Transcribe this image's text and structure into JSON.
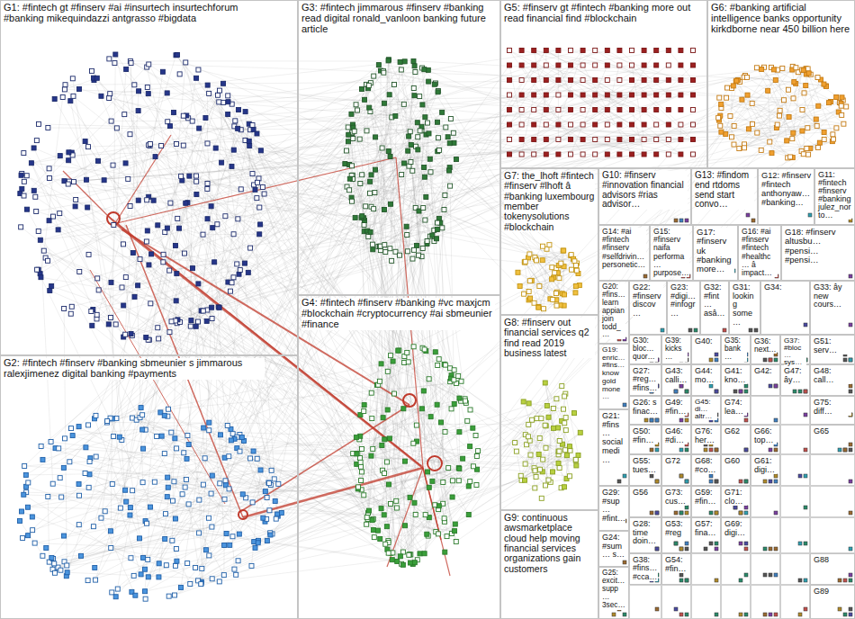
{
  "diagram": {
    "nodes": [
      {
        "text": [
          "G1: #fintech gt #finserv #ai #insurtech insurtechforum #banking mikequindazzi antgrasso #bigdata"
        ]
      },
      {
        "text": [
          "G3: #fintech jimmarous #finserv #banking read digital ronald_vanloon banking future article"
        ]
      },
      {
        "text": [
          "G5: #finserv gt #fintech #banking more out read financial find #blockchain"
        ]
      },
      {
        "text": [
          "G6: #banking artificial intelligence banks opportunity kirkdborne near 450 billion here"
        ]
      },
      {
        "text": [
          "G7: the_lhoft #fintech #finserv #lhoft â #banking luxembourg member tokenysolutions #blockchain"
        ]
      },
      {
        "text": [
          "G10: #finserv #innovation financial advisors #rias advisor…"
        ]
      },
      {
        "text": [
          "G13: #findom end rtdoms send start convo…"
        ]
      },
      {
        "text": [
          "G12: #finserv #fintech anthonyaw… #banking…"
        ]
      },
      {
        "text": [
          "G11: #fintech #finserv #banking julez_norto…"
        ]
      },
      {
        "text": [
          "G14: #ai #fintech #finserv #selfdrivin… personetic…"
        ]
      },
      {
        "text": [
          "G15: #finserv naifa performa… purpose…"
        ]
      },
      {
        "text": [
          "G17: #finserv uk #banking more…"
        ]
      },
      {
        "text": [
          "G16: #ai #finserv #fintech #healthc… â impact…"
        ]
      },
      {
        "text": [
          "G18: #finserv altusbu… #pensi… #pensi…"
        ]
      },
      {
        "text": [
          "G20: #fins… learn appian join todd_…"
        ]
      },
      {
        "text": [
          "G22: #finserv discov…"
        ]
      },
      {
        "text": [
          "G23: #digi… #infogr…"
        ]
      },
      {
        "text": [
          "G32: #fint… asâ…"
        ]
      },
      {
        "text": [
          "G31: looking some…"
        ]
      },
      {
        "text": [
          "G34:"
        ]
      },
      {
        "text": [
          "G33: ây new cours…"
        ]
      },
      {
        "text": [
          "G30: bloc… quor…"
        ]
      },
      {
        "text": [
          "G39: kicks…"
        ]
      },
      {
        "text": [
          "G40:"
        ]
      },
      {
        "text": [
          "G35: bank…"
        ]
      },
      {
        "text": [
          "G36: next…"
        ]
      },
      {
        "text": [
          "G37: #bloc… sys…"
        ]
      },
      {
        "text": [
          "G51: serv…"
        ]
      },
      {
        "text": [
          "G19: enric… #fins… know gold mone…"
        ]
      },
      {
        "text": [
          "G27: #reg… #fins…"
        ]
      },
      {
        "text": [
          "G43: calli…"
        ]
      },
      {
        "text": [
          "G44: mo…"
        ]
      },
      {
        "text": [
          "G41: kno…"
        ]
      },
      {
        "text": [
          "G42:"
        ]
      },
      {
        "text": [
          "G47: ây…"
        ]
      },
      {
        "text": [
          "G48: call…"
        ]
      },
      {
        "text": [
          "G26: s finac…"
        ]
      },
      {
        "text": [
          "G49: #fin…"
        ]
      },
      {
        "text": [
          "G45: di… altr…"
        ]
      },
      {
        "text": [
          "G74: lea…"
        ]
      },
      {
        "text": [
          "G75: diff…"
        ]
      },
      {
        "text": [
          "G50: #fin…"
        ]
      },
      {
        "text": [
          "G46: #di…"
        ]
      },
      {
        "text": [
          "G76: her…"
        ]
      },
      {
        "text": [
          "G62"
        ]
      },
      {
        "text": [
          "G66: top…"
        ]
      },
      {
        "text": [
          "G65"
        ]
      },
      {
        "text": [
          "G8: #finserv out financial services q2 find read 2019 business latest"
        ]
      },
      {
        "text": [
          "G21: #fins… social medi…"
        ]
      },
      {
        "text": [
          "G55: tues…"
        ]
      },
      {
        "text": [
          "G72"
        ]
      },
      {
        "text": [
          "G68: #co…"
        ]
      },
      {
        "text": [
          "G60"
        ]
      },
      {
        "text": [
          "G61: digi…"
        ]
      },
      {
        "text": [
          "G56"
        ]
      },
      {
        "text": [
          "G73: cus…"
        ]
      },
      {
        "text": [
          "G59: #fin…"
        ]
      },
      {
        "text": [
          "G71: clo…"
        ]
      },
      {
        "text": [
          "G29: #sup… #fint…"
        ]
      },
      {
        "text": [
          "G28: time doin…"
        ]
      },
      {
        "text": [
          "G53: #reg"
        ]
      },
      {
        "text": [
          "G57: fina…"
        ]
      },
      {
        "text": [
          "G69: digi…"
        ]
      },
      {
        "text": [
          "G24: #sum… s…"
        ]
      },
      {
        "text": [
          "G38: #fins… #cca…"
        ]
      },
      {
        "text": [
          "G54: #fin…"
        ]
      },
      {
        "text": [
          "G88"
        ]
      },
      {
        "text": [
          "G25: excit… supp… 3sec…"
        ]
      },
      {
        "text": [
          "G89"
        ]
      },
      {
        "text": [
          "G2: #fintech #finserv #banking sbmeunier s jimmarous ralexjimenez digital banking #payments"
        ]
      },
      {
        "text": [
          "G4: #fintech #finserv #banking #vc maxjcm #blockchain #cryptocurrency #ai sbmeunier #finance"
        ]
      },
      {
        "text": [
          "G9: continuous awsmarketplace cloud help moving financial services organizations gain customers"
        ]
      }
    ]
  }
}
